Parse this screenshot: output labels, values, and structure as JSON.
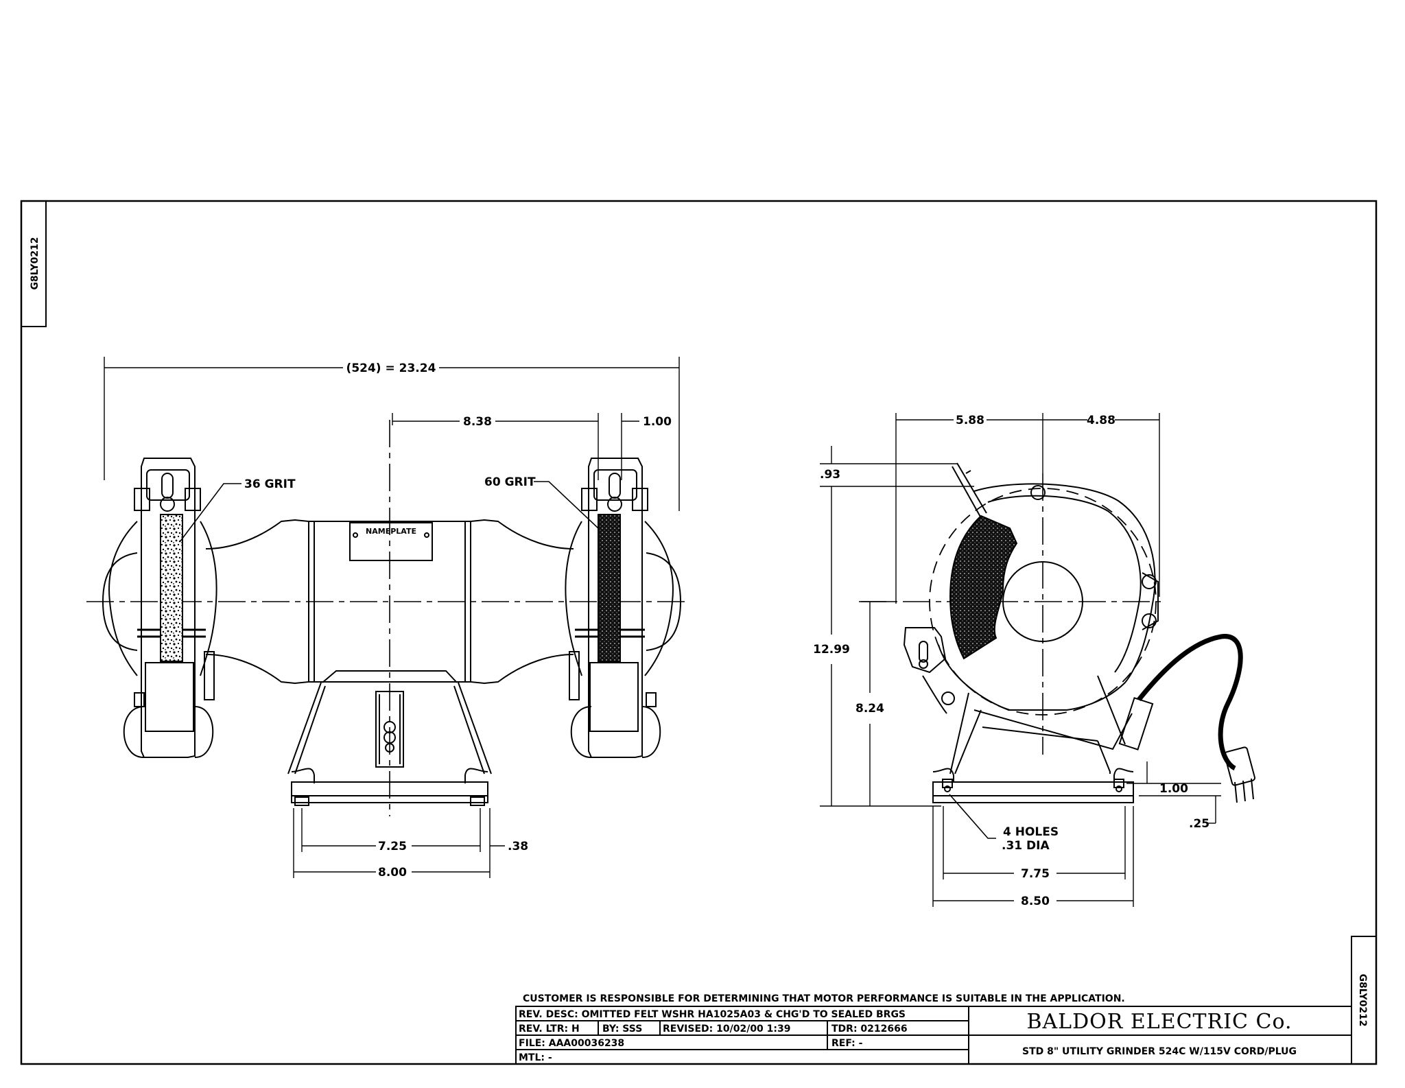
{
  "drawing_id": "G8LY0212",
  "front_view": {
    "overall_length": "(524) = 23.24",
    "center_to_wheel": "8.38",
    "wheel_width": "1.00",
    "left_wheel_label": "36 GRIT",
    "right_wheel_label": "60 GRIT",
    "nameplate": "NAMEPLATE",
    "base_hole_spacing": "7.25",
    "base_offset": ".38",
    "base_width": "8.00"
  },
  "side_view": {
    "rear_offset": "5.88",
    "front_offset": "4.88",
    "guard_offset": ".93",
    "overall_height": "12.99",
    "shaft_height": "8.24",
    "plug_height": "1.00",
    "foot_thickness": ".25",
    "holes_note_line1": "4 HOLES",
    "holes_note_line2": ".31 DIA",
    "hole_spacing": "7.75",
    "base_depth": "8.50"
  },
  "title_block": {
    "disclaimer": "CUSTOMER IS RESPONSIBLE FOR DETERMINING THAT MOTOR PERFORMANCE IS SUITABLE IN THE APPLICATION.",
    "rev_desc": "REV. DESC: OMITTED FELT WSHR HA1025A03 & CHG'D TO SEALED BRGS",
    "rev_ltr": "REV. LTR: H",
    "by": "BY: SSS",
    "revised": "REVISED: 10/02/00 1:39",
    "tdr": "TDR: 0212666",
    "file": "FILE: AAA00036238",
    "ref": "REF: -",
    "mtl": "MTL: -",
    "company": "BALDOR ELECTRIC Co.",
    "description": "STD 8\" UTILITY GRINDER 524C W/115V CORD/PLUG"
  }
}
